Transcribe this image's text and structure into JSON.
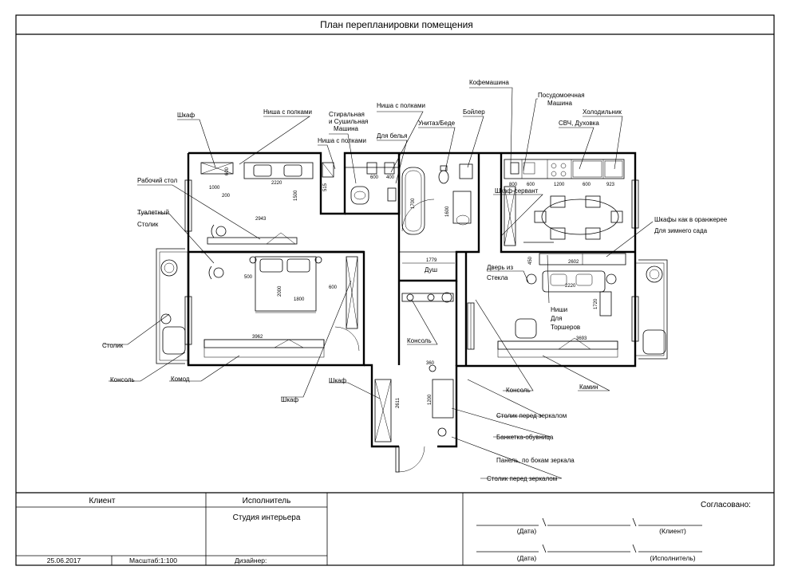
{
  "sheet": {
    "title": "План перепланировки помещения",
    "client_header": "Клиент",
    "executor_header": "Исполнитель",
    "studio": "Студия интерьера",
    "date": "25.06.2017",
    "scale": "Масштаб:1:100",
    "designer": "Дизайнер:",
    "approved": "Согласовано:",
    "date_caption": "(Дата)",
    "client_caption": "(Клиент)",
    "executor_caption": "(Исполнитель)",
    "sep1": "/",
    "sep2": "/"
  },
  "labels": {
    "shkaf_top": "Шкаф",
    "nisha_top": "Ниша с полками",
    "stiralnaya_1": "Стиральная",
    "stiralnaya_2": "и Сушильная",
    "stiralnaya_3": "Машина",
    "nisha_2": "Ниша с полками",
    "nisha_3": "Ниша с полками",
    "dlya_belya": "Для белья",
    "unitaz": "Унитаз/Беде",
    "boiler": "Бойлер",
    "kofe": "Кофемашина",
    "posudo_1": "Посудомоечная",
    "posudo_2": "Машина",
    "holod": "Холодильник",
    "svch": "СВЧ, Духовка",
    "rabochiy": "Рабочий стол",
    "tualet_1": "Туалетный",
    "tualet_2": "Столик",
    "shkaf_servant": "Шкаф-сервант",
    "oranzh_1": "Шкафы как в оранжерее",
    "oranzh_2": "Для зимнего сада",
    "dush": "Душ",
    "dver_1": "Дверь из",
    "dver_2": "Стекла",
    "nishi_1": "Ниши",
    "nishi_2": "Для",
    "nishi_3": "Торшеров",
    "stolik": "Столик",
    "konsol_left": "Консоль",
    "komod": "Комод",
    "konsol_mid": "Консоль",
    "shkaf_bottom1": "Шкаф",
    "shkaf_bottom2": "Шкаф",
    "konsol_right": "Консоль",
    "kamin": "Камин",
    "stolik_zerkalo1": "Столик перед зеркалом",
    "banketka": "Банкетка-обувница",
    "panel": "Панель, по бокам зеркала",
    "stolik_zerkalo2": "Столик перед зеркалом"
  },
  "dims": {
    "d1000": "1000",
    "d600a": "600",
    "d200": "200",
    "d2220a": "2220",
    "d1500": "1500",
    "d515": "515",
    "d600b": "600",
    "d400": "400",
    "d1700": "1700",
    "d1600": "1600",
    "d800": "800",
    "d600c": "600",
    "d1200": "1200",
    "d600d": "600",
    "d923": "923",
    "d2943": "2943",
    "d500": "500",
    "d2000": "2000",
    "d1800": "1800",
    "d600e": "600",
    "d3962": "3962",
    "d1779": "1779",
    "d450": "450",
    "d2602": "2602",
    "d2220b": "2220",
    "d1720": "1720",
    "d3693": "3693",
    "d360": "360",
    "d1200b": "1200",
    "d2611": "2611"
  }
}
